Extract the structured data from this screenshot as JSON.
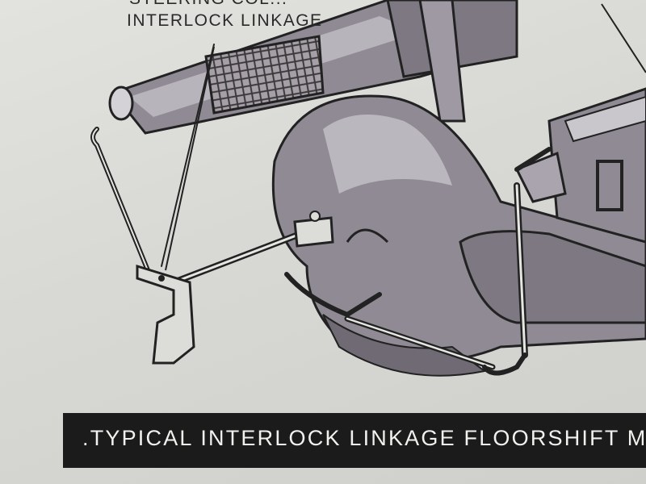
{
  "callout": {
    "line1": "STEERING COL...",
    "line2": "INTERLOCK LINKAGE"
  },
  "caption": {
    "text": ".TYPICAL INTERLOCK LINKAGE FLOORSHIFT M"
  },
  "colors": {
    "paper": "#d8d8d4",
    "ink": "#2a2a2a",
    "shade": "#8f8a93",
    "caption_bar": "#1b1b1b",
    "caption_text": "#f1f1ee"
  }
}
